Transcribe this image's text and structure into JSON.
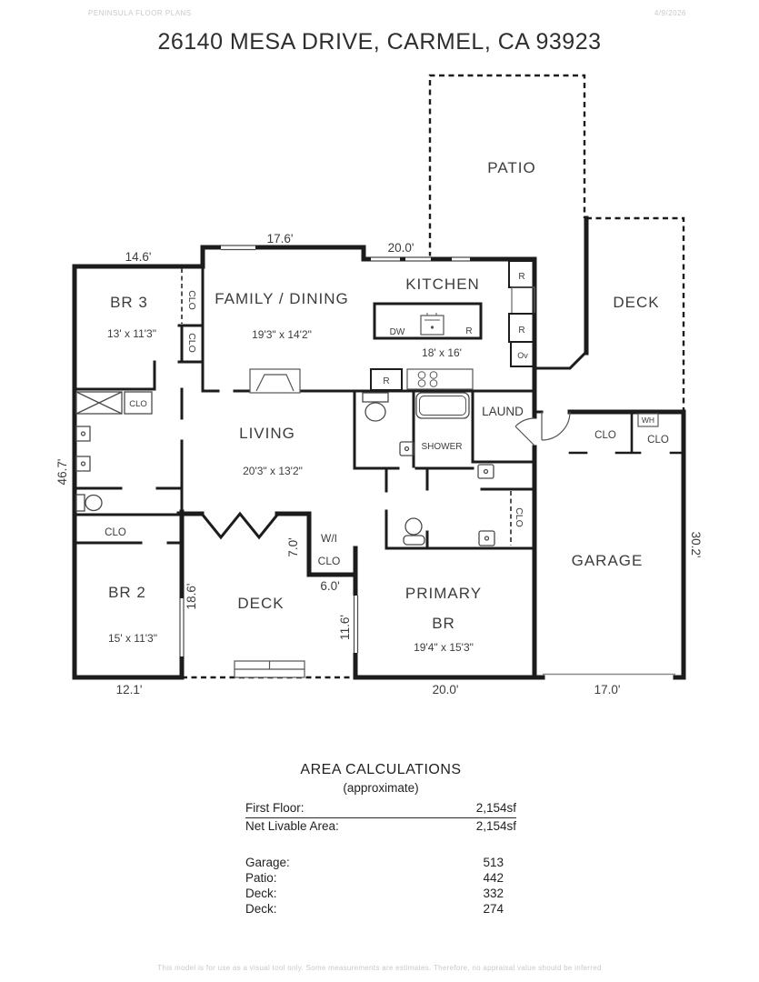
{
  "header": {
    "brand": "PENINSULA FLOOR PLANS",
    "date": "4/9/2026"
  },
  "title": "26140 MESA DRIVE, CARMEL, CA 93923",
  "floor_plan": {
    "labels": {
      "patio": "PATIO",
      "deck": "DECK",
      "kitchen": "KITCHEN",
      "family_dining": "FAMILY / DINING",
      "living": "LIVING",
      "laundry": "LAUND",
      "shower": "SHOWER",
      "br3": "BR 3",
      "br2": "BR 2",
      "primary_1": "PRIMARY",
      "primary_2": "BR",
      "garage": "GARAGE",
      "wi": "W/I",
      "clo": "CLO",
      "wh": "WH",
      "r": "R",
      "ov": "Ov",
      "dw": "DW"
    },
    "room_dims": {
      "br3": "13' x 11'3\"",
      "family_dining": "19'3\" x 14'2\"",
      "kitchen": "18' x 16'",
      "living": "20'3\" x 13'2\"",
      "br2": "15' x 11'3\"",
      "primary": "19'4\" x 15'3\""
    },
    "measurements": {
      "top_br3": "14.6'",
      "top_family": "17.6'",
      "top_kitchen": "20.0'",
      "left_height": "46.7'",
      "right_height": "30.2'",
      "bottom_br2": "12.1'",
      "bottom_primary": "20.0'",
      "bottom_garage": "17.0'",
      "deck_inner": "18.6'",
      "wic_h": "7.0'",
      "wic_w": "6.0'",
      "primary_w": "11.6'"
    }
  },
  "area_calculations": {
    "title": "AREA CALCULATIONS",
    "subtitle": "(approximate)",
    "summary_rows": [
      {
        "label": "First Floor:",
        "value": "2,154sf"
      },
      {
        "label": "Net Livable Area:",
        "value": "2,154sf"
      }
    ],
    "detail_rows": [
      {
        "label": "Garage:",
        "value": "513"
      },
      {
        "label": "Patio:",
        "value": "442"
      },
      {
        "label": "Deck:",
        "value": "332"
      },
      {
        "label": "Deck:",
        "value": "274"
      }
    ]
  },
  "footer": {
    "disclaimer": "This model is for use as a visual tool only. Some measurements are estimates. Therefore, no appraisal value should be inferred"
  }
}
